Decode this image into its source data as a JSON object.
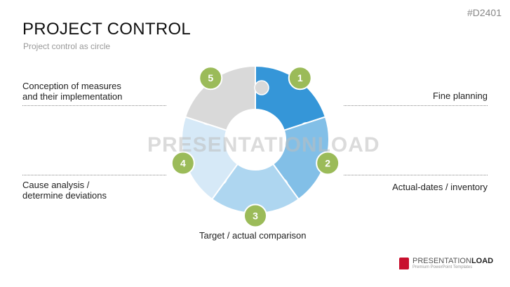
{
  "header": {
    "title": "PROJECT CONTROL",
    "subtitle": "Project control as circle",
    "code": "#D2401"
  },
  "watermark": "PRESENTATIONLOAD",
  "steps": [
    {
      "num": "1",
      "label": "Fine planning",
      "color": "#3596d8"
    },
    {
      "num": "2",
      "label": "Actual-dates / inventory",
      "color": "#82bfe7"
    },
    {
      "num": "3",
      "label": "Target / actual comparison",
      "color": "#aed6f0"
    },
    {
      "num": "4",
      "label": "Cause analysis / determine deviations",
      "label_l1": "Cause analysis /",
      "label_l2": "determine deviations",
      "color": "#d6e9f7"
    },
    {
      "num": "5",
      "label": "Conception of measures and their implementation",
      "label_l1": "Conception of measures",
      "label_l2": "and their implementation",
      "color": "#d9d9d9"
    }
  ],
  "badge_color": "#9bbb59",
  "logo": {
    "brand_a": "PRESENTATION",
    "brand_b": "LOAD",
    "tagline": "Premium PowerPoint Templates"
  }
}
